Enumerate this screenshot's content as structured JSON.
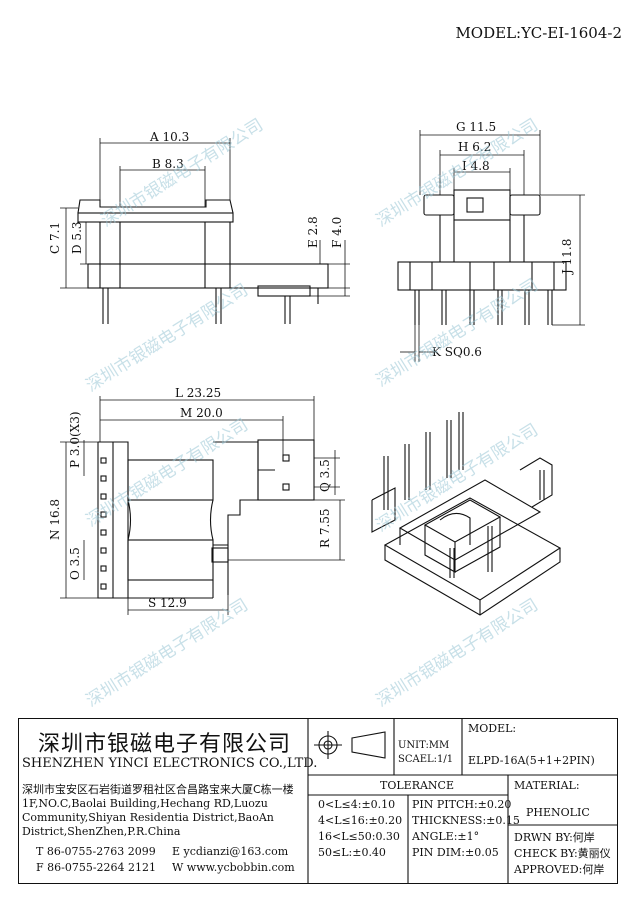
{
  "model": "MODEL:YC-EI-1604-2",
  "dims": {
    "A": "A 10.3",
    "B": "B 8.3",
    "C": "C 7.1",
    "D": "D 5.3",
    "E": "E 2.8",
    "F": "F 4.0",
    "G": "G 11.5",
    "H": "H 6.2",
    "I": "I 4.8",
    "J": "J 11.8",
    "K": "K SQ0.6",
    "L": "L 23.25",
    "M": "M 20.0",
    "N": "N 16.8",
    "O": "O 3.5",
    "P": "P 3.0(X3)",
    "Q": "Q 3.5",
    "R": "R 7.55",
    "S": "S 12.9"
  },
  "company": {
    "name_cn": "深圳市银磁电子有限公司",
    "name_en": "SHENZHEN YINCI ELECTRONICS CO.,LTD.",
    "address_cn": "深圳市宝安区石岩街道罗租社区合昌路宝来大厦C栋一楼",
    "address_en": [
      "1F,NO.C,Baolai Building,Hechang RD,Luozu",
      "Community,Shiyan Residentia District,BaoAn",
      "District,ShenZhen,P.R.China"
    ],
    "tel": "T 86-0755-2763 2099",
    "fax": "F 86-0755-2264 2121",
    "email": "E ycdianzi@163.com",
    "web": "W www.ycbobbin.com"
  },
  "unit": "UNIT:MM",
  "scale": "SCAEL:1/1",
  "tolerance": {
    "title": "TOLERANCE",
    "rows": [
      "0<L≤4:±0.10",
      "4<L≤16:±0.20",
      "16<L≤50:0.30",
      "50≤L:±0.40"
    ],
    "pin": [
      "PIN PITCH:±0.20",
      "THICKNESS:±0.15",
      "ANGLE:±1°",
      "PIN DIM:±0.05"
    ]
  },
  "model_label": "MODEL:",
  "model_value": "ELPD-16A(5+1+2PIN)",
  "material_label": "MATERIAL:",
  "material_value": "PHENOLIC",
  "drawn": "DRWN BY:何岸",
  "check": "CHECK BY:黄丽仪",
  "approved": "APPROVED:何岸",
  "watermark": "深圳市银磁电子有限公司"
}
